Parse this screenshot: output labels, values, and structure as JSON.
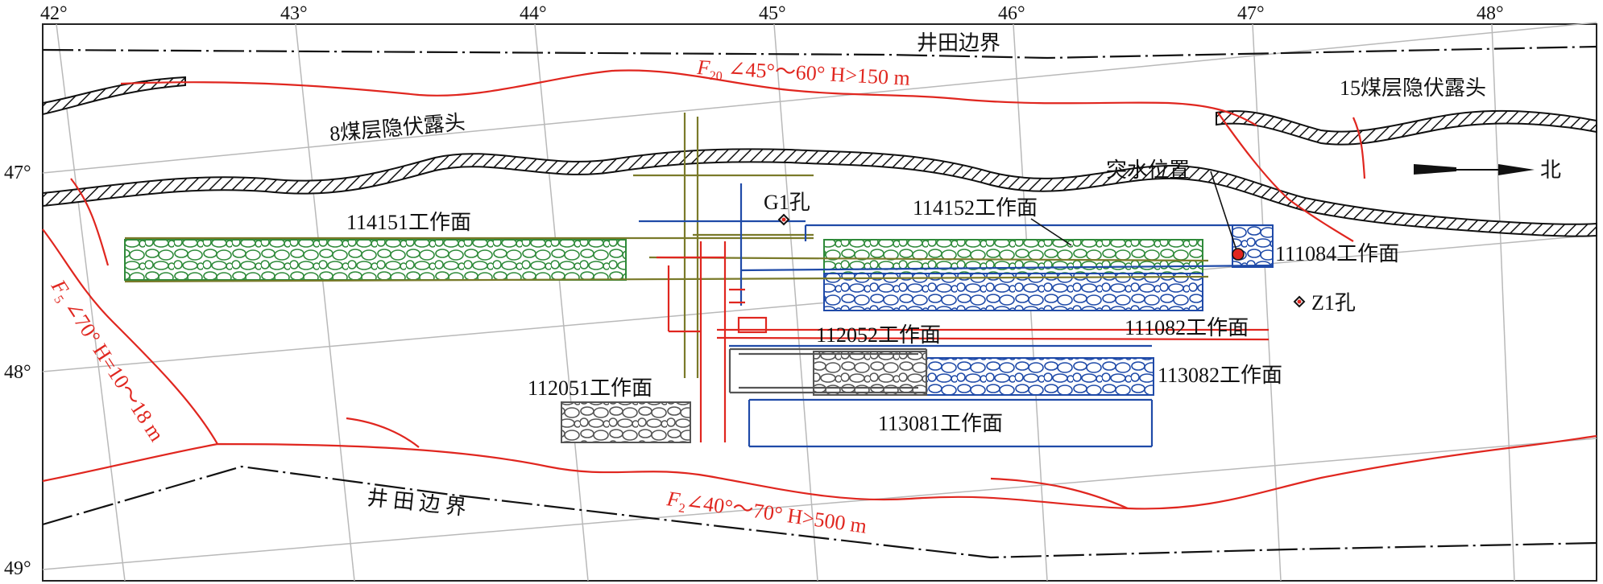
{
  "colors": {
    "fault": "#e0261f",
    "grid": "#b9b9b9",
    "boundary": "#111111",
    "green_face": "#2f8a3a",
    "blue_face": "#1f4aa8",
    "gray_face": "#6b6b6b",
    "olive_road": "#7a7a2a",
    "red_road": "#e0261f"
  },
  "icons": {
    "outcrop_hatch": "hatched-band",
    "borehole": "diamond-dot",
    "north_arrow": "arrow-right"
  },
  "coords": {
    "top": [
      "42°",
      "43°",
      "44°",
      "45°",
      "46°",
      "47°",
      "48°"
    ],
    "left": [
      "47°",
      "48°",
      "49°"
    ]
  },
  "labels": {
    "mine_boundary_top": "井田边界",
    "mine_boundary_bottom": "井 田 边 界",
    "seam8_outcrop": "8煤层隐伏露头",
    "seam15_outcrop": "15煤层隐伏露头",
    "north": "北",
    "water_inrush": "突水位置",
    "hole_g1": "G1孔",
    "hole_z1": "Z1孔"
  },
  "faults": {
    "f20": {
      "name": "F",
      "sub": "20",
      "desc": " ∠45°～60° H>150 m"
    },
    "f5": {
      "name": "F",
      "sub": "5",
      "desc": " ∠70° H=10～18 m"
    },
    "f2": {
      "name": "F",
      "sub": "2",
      "desc": "∠40°～70° H>500 m"
    }
  },
  "workfaces": {
    "w114151": "114151工作面",
    "w114152": "114152工作面",
    "w111084": "111084工作面",
    "w111082": "111082工作面",
    "w112052": "112052工作面",
    "w112051": "112051工作面",
    "w113082": "113082工作面",
    "w113081": "113081工作面"
  }
}
